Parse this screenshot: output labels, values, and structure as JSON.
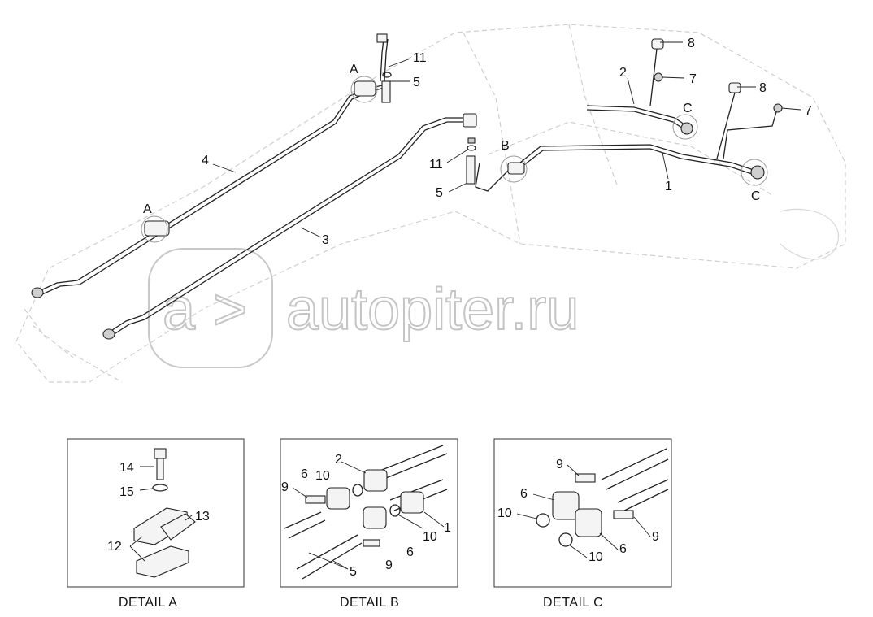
{
  "watermark": "autopiter.ru",
  "callouts": {
    "pipe1": "1",
    "pipe2": "2",
    "pipe3": "3",
    "pipe4": "4",
    "fitting5_top": "5",
    "fitting5_mid": "5",
    "plug7_a": "7",
    "plug7_b": "7",
    "plug8_a": "8",
    "plug8_b": "8",
    "oring11_top": "11",
    "oring11_mid": "11"
  },
  "detail_markers": {
    "a_top": "A",
    "a_left": "A",
    "b": "B",
    "c_top": "C",
    "c_bottom": "C"
  },
  "details": {
    "a": {
      "caption": "DETAIL  A",
      "labels": {
        "bolt": "14",
        "washer": "15",
        "sleeve": "13",
        "clamp": "12"
      }
    },
    "b": {
      "caption": "DETAIL  B",
      "labels": {
        "pipe2": "2",
        "bolt": "9",
        "flange": "6",
        "oring": "10",
        "oring_right": "10",
        "pipe1": "1",
        "flange_bottom": "6",
        "bolt_bottom": "9",
        "hose": "5"
      }
    },
    "c": {
      "caption": "DETAIL  C",
      "labels": {
        "bolt_top": "9",
        "flange_left": "6",
        "oring_left": "10",
        "oring_bottom": "10",
        "flange_bottom": "6",
        "bolt_right": "9"
      }
    }
  }
}
